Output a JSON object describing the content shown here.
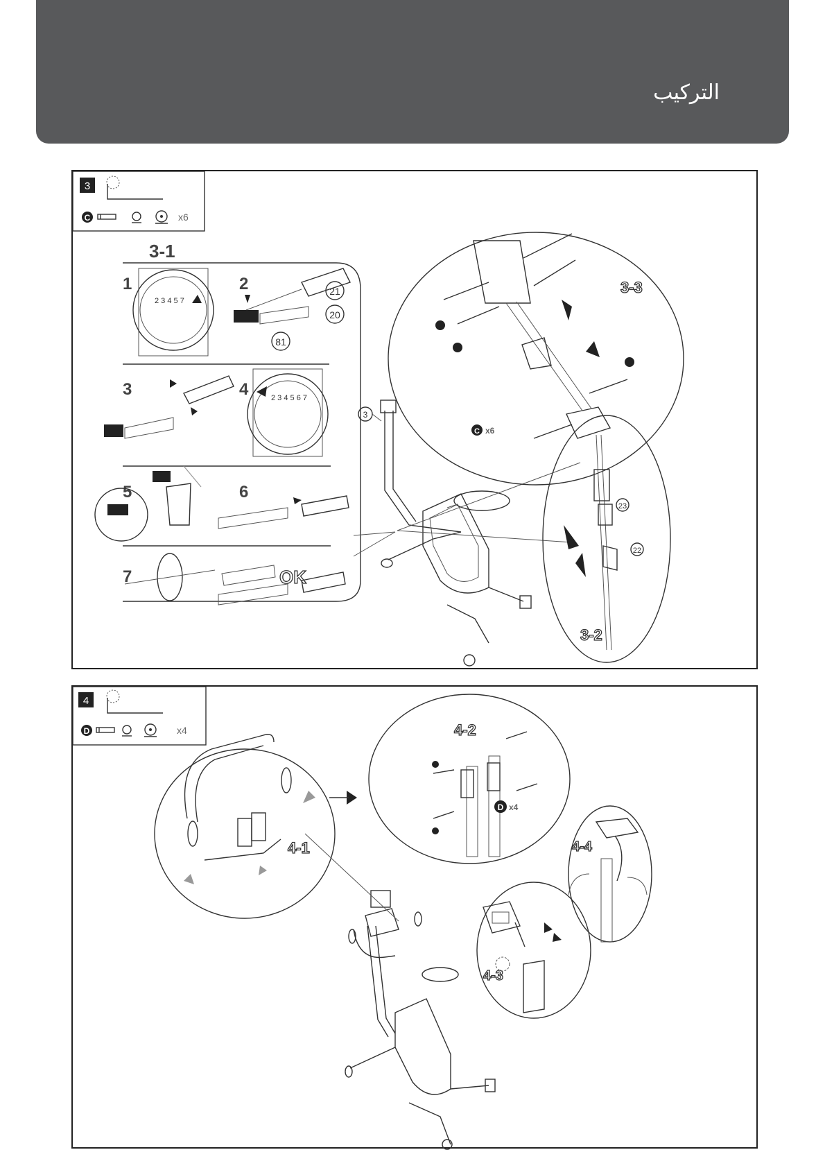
{
  "header": {
    "title": "التركيب"
  },
  "step3": {
    "step_number": "3",
    "hardware_letter": "C",
    "quantity": "x6",
    "sub_steps": {
      "s3_1": "3-1",
      "s3_2": "3-2",
      "s3_3": "3-3"
    },
    "tension_steps": [
      "1",
      "2",
      "3",
      "4",
      "5",
      "6",
      "7"
    ],
    "ok_label": "OK",
    "parts": {
      "p21": "21",
      "p20": "20",
      "p81": "81",
      "p23": "23",
      "p22": "22",
      "p3": "3"
    },
    "dial_numbers_a": "2 3 4 5  7",
    "dial_numbers_b": "2 3 4 5 6 7",
    "detail_quantity": "x6"
  },
  "step4": {
    "step_number": "4",
    "hardware_letter": "D",
    "quantity": "x4",
    "sub_steps": {
      "s4_1": "4-1",
      "s4_2": "4-2",
      "s4_3": "4-3",
      "s4_4": "4-4"
    },
    "detail_quantity": "x4"
  }
}
